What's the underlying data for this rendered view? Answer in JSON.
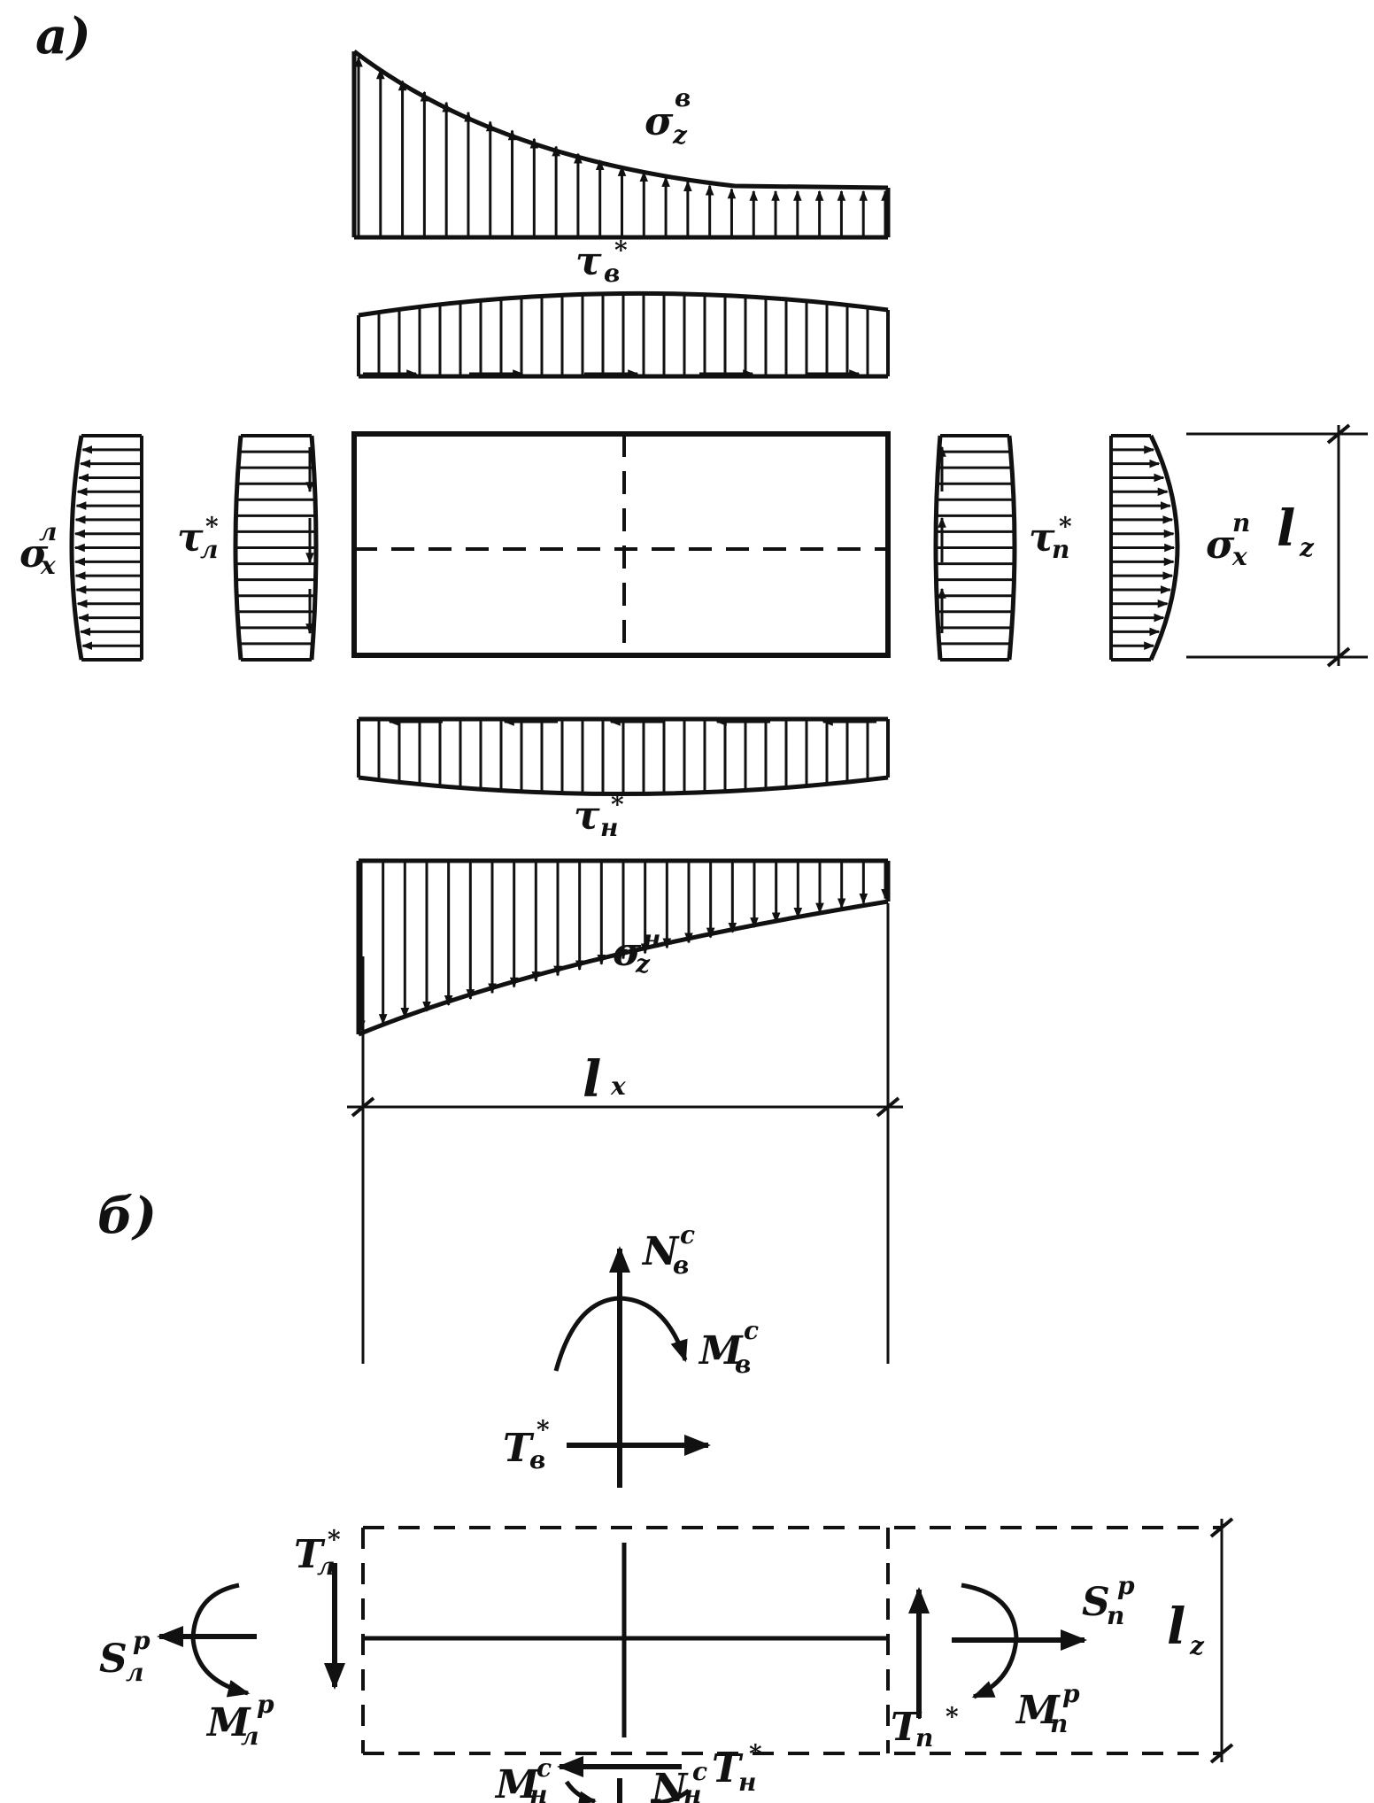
{
  "part_a": {
    "label": "а)",
    "sigma_z_top": {
      "main": "σ",
      "sub": "z",
      "sup": "в"
    },
    "tau_top": {
      "main": "τ",
      "sub": "в",
      "sup": "*"
    },
    "sigma_x_left": {
      "main": "σ",
      "sub": "x",
      "sup": "л"
    },
    "tau_left": {
      "main": "τ",
      "sub": "л",
      "sup": "*"
    },
    "tau_right": {
      "main": "τ",
      "sub": "п",
      "sup": "*"
    },
    "sigma_x_right": {
      "main": "σ",
      "sub": "x",
      "sup": "п"
    },
    "dim_lz": {
      "main": "l",
      "sub": "z"
    },
    "tau_bottom": {
      "main": "τ",
      "sub": "н",
      "sup": "*"
    },
    "sigma_z_bottom": {
      "main": "σ",
      "sub": "z",
      "sup": "н"
    },
    "dim_lx": {
      "main": "l",
      "sub": "x"
    }
  },
  "part_b": {
    "label": "б)",
    "N_top": {
      "main": "N",
      "sub": "в",
      "sup": "c"
    },
    "M_top": {
      "main": "M",
      "sub": "в",
      "sup": "c"
    },
    "T_top": {
      "main": "T",
      "sub": "в",
      "sup": "*"
    },
    "T_left": {
      "main": "T",
      "sub": "л",
      "sup": "*"
    },
    "S_left": {
      "main": "S",
      "sub": "л",
      "sup": "р"
    },
    "M_left": {
      "main": "M",
      "sub": "л",
      "sup": "р"
    },
    "S_right": {
      "main": "S",
      "sub": "п",
      "sup": "р"
    },
    "M_right": {
      "main": "M",
      "sub": "п",
      "sup": "р"
    },
    "T_right": {
      "main": "T",
      "sub": "п",
      "sup": "*"
    },
    "dim_lz": {
      "main": "l",
      "sub": "z"
    },
    "T_bottom": {
      "main": "T",
      "sub": "н",
      "sup": "*"
    },
    "M_bottom": {
      "main": "M",
      "sub": "н",
      "sup": "c"
    },
    "N_bottom": {
      "main": "N",
      "sub": "н",
      "sup": "c"
    }
  }
}
